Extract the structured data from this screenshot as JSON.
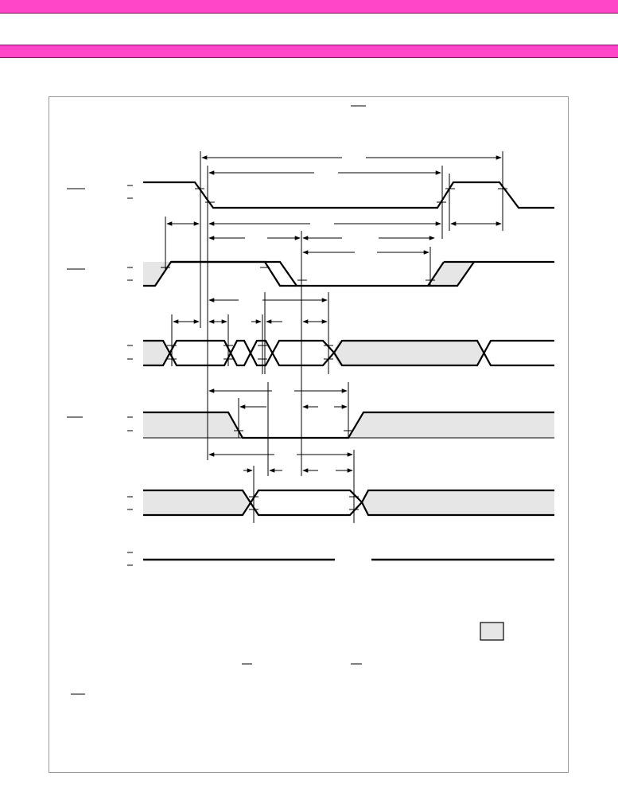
{
  "header": {
    "title": "",
    "subtitle": ""
  },
  "figure": {
    "caption": ""
  },
  "signals": [
    {
      "id": "s1",
      "label": ""
    },
    {
      "id": "s2",
      "label": ""
    },
    {
      "id": "s3",
      "label": ""
    },
    {
      "id": "s4",
      "label": ""
    },
    {
      "id": "s5",
      "label": ""
    },
    {
      "id": "s6",
      "label": ""
    }
  ],
  "legend": {
    "text": ""
  },
  "notes": {
    "line1": "",
    "line2": ""
  },
  "colors": {
    "band": "#ff45c8",
    "hatch": "#e6e6e6",
    "line": "#000000",
    "frame": "#9a9a9a"
  }
}
